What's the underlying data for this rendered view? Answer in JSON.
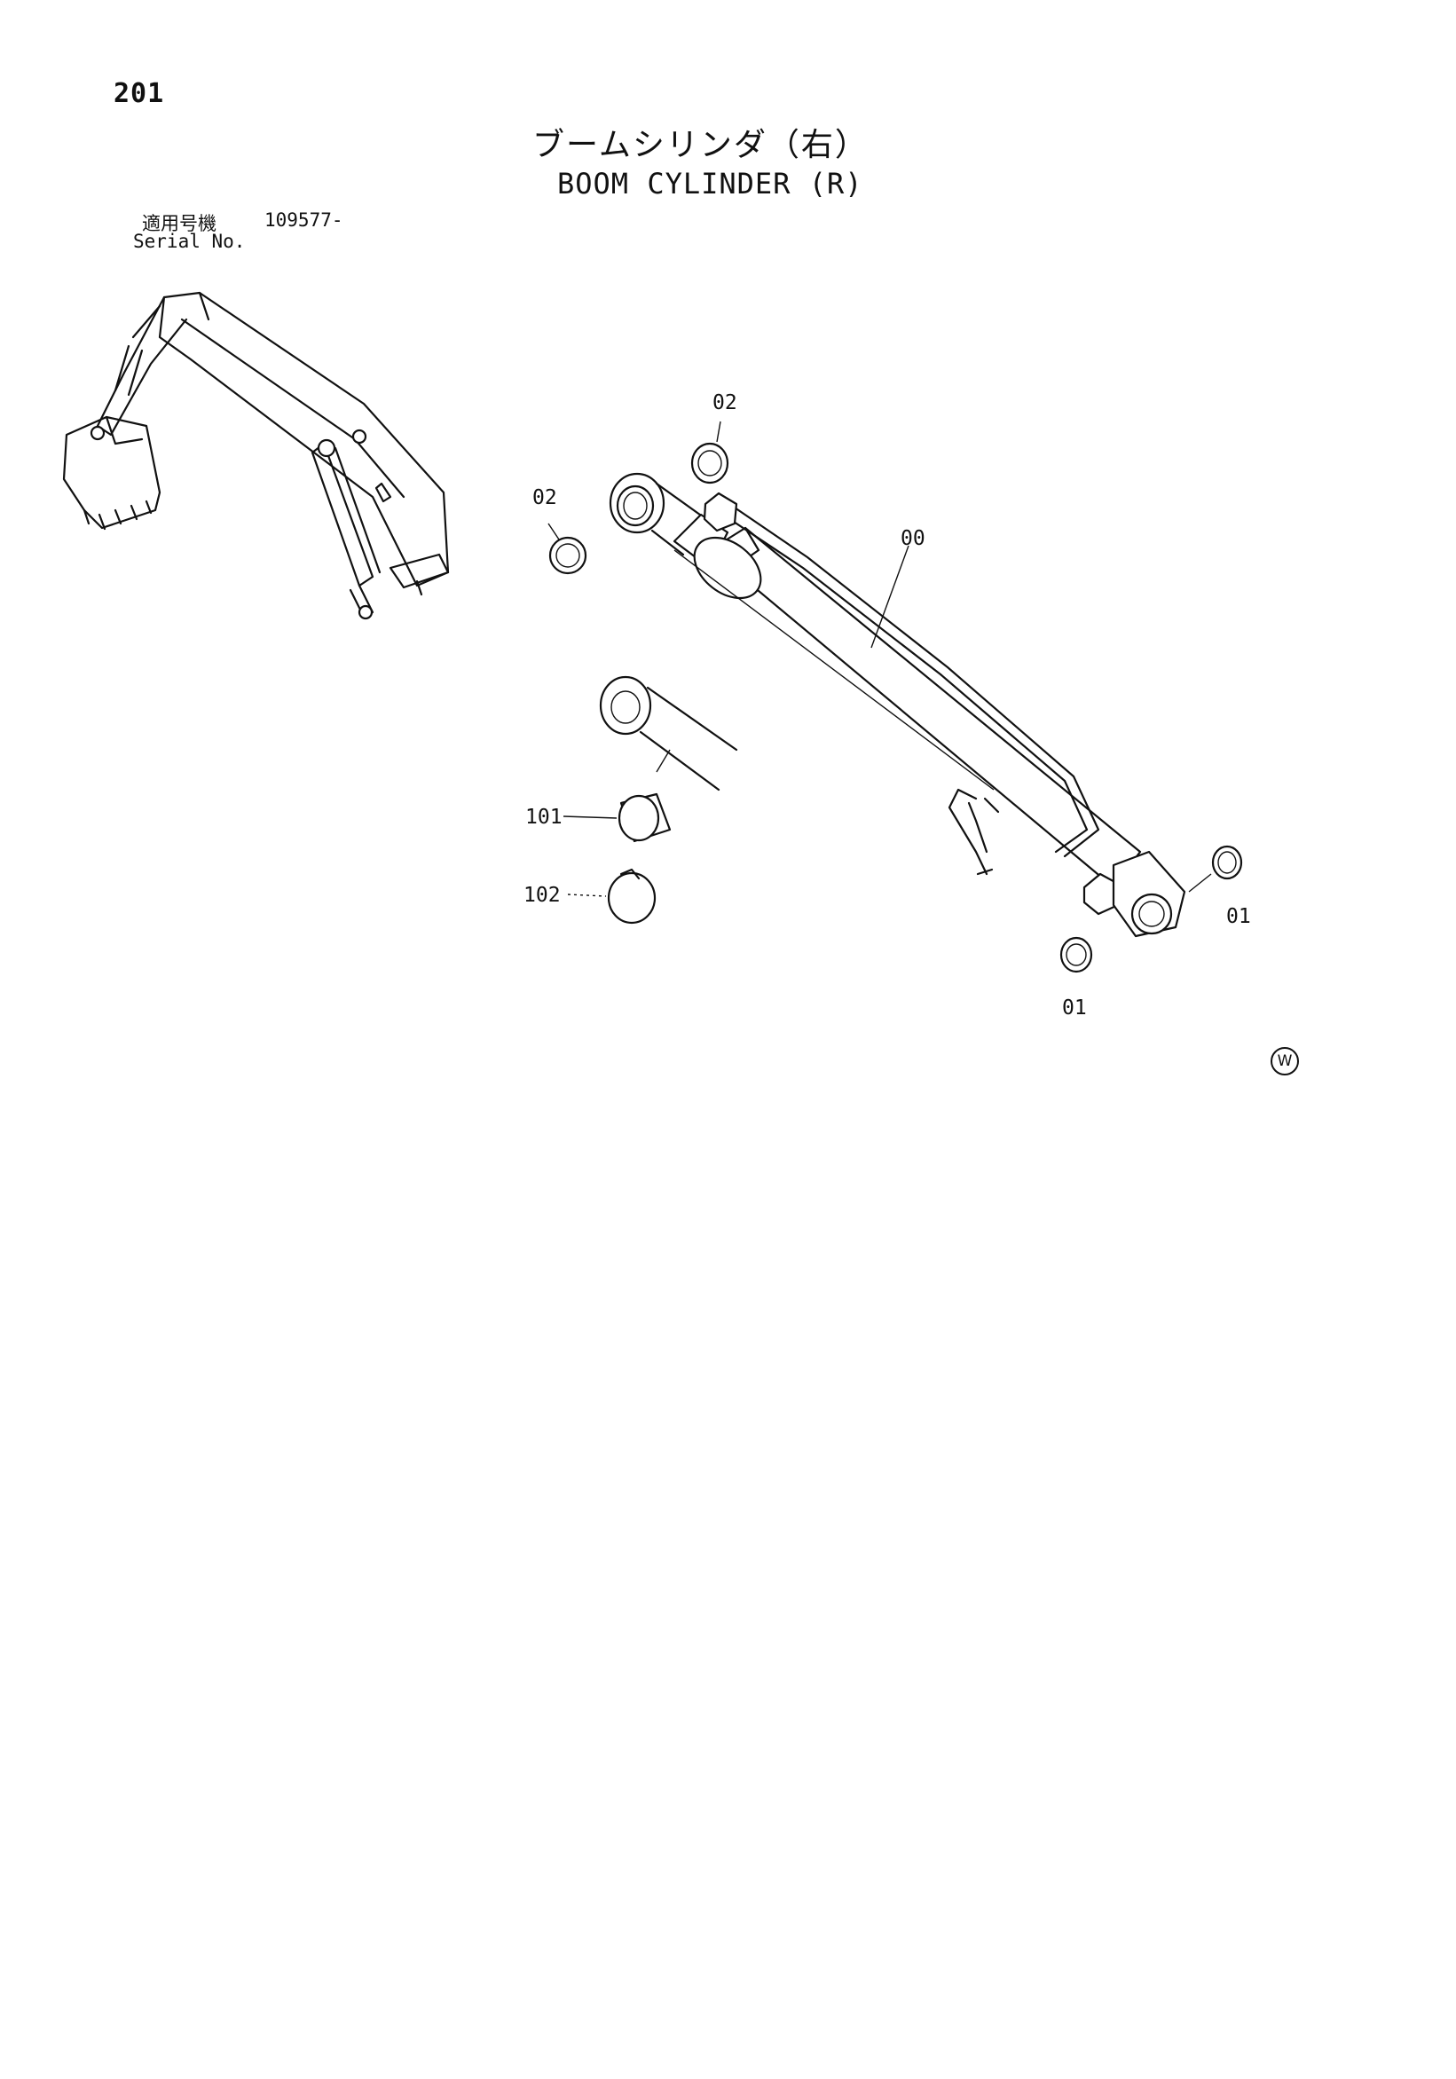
{
  "header": {
    "page_number": "201",
    "title_jp": "ブームシリンダ（右）",
    "title_en": "BOOM CYLINDER (R)"
  },
  "serial": {
    "label_jp": "適用号機",
    "label_en": "Serial No.",
    "value": "109577-"
  },
  "callouts": {
    "c00": "00",
    "c01_right": "01",
    "c01_bottom": "01",
    "c02_top": "02",
    "c02_left": "02",
    "c101": "101",
    "c102": "102"
  },
  "mark": {
    "symbol": "W"
  }
}
